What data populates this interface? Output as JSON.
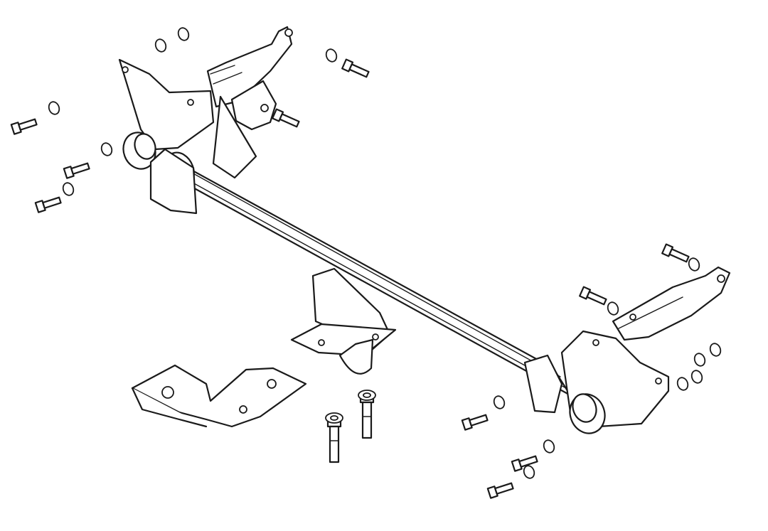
{
  "diagram": {
    "line_color": "#1a1a1a",
    "background_color": "#ffffff",
    "parts": [
      "crossbar-tube",
      "left-mounting-bracket",
      "right-mounting-bracket",
      "center-hitch-bracket",
      "tow-ball-plate",
      "bolts",
      "nuts",
      "washers"
    ]
  }
}
